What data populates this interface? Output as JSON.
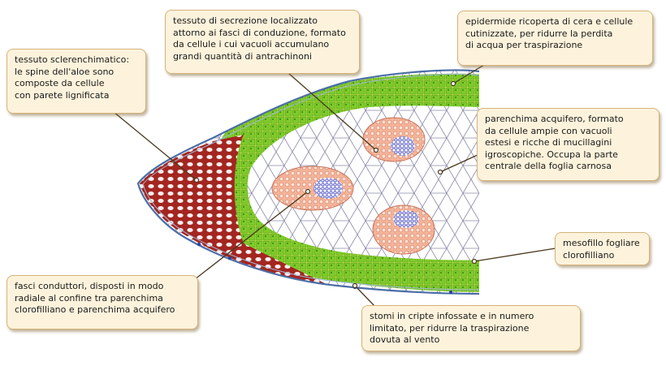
{
  "callouts": {
    "sclerenchyma": "tessuto sclerenchimatico:\nle spine dell'aloe sono\ncomposte da cellule\ncon parete lignificata",
    "secretion": "tessuto di secrezione localizzato\nattorno ai fasci di conduzione, formato\nda cellule i cui vacuoli accumulano\ngrandi quantità di antrachinoni",
    "epidermis": "epidermide ricoperta di cera e cellule\ncutinizzate, per ridurre la perdita\ndi acqua per traspirazione",
    "aquifer": "parenchima acquifero, formato\nda cellule ampie con vacuoli\nestesi e ricche di mucillagini\nigroscopiche. Occupa la parte\ncentrale della foglia carnosa",
    "mesophyll": "mesofillo fogliare\nclorofilliano",
    "bundles": "fasci conduttori, disposti in modo\nradiale al confine tra parenchima\nclorofilliano e parenchima acquifero",
    "stomata": "stomi in cripte infossate e in numero\nlimitato, per ridurre la traspirazione\ndovuta al vento"
  },
  "colors": {
    "sclerenchyma": "#a32620",
    "mesophyll_green": "#7ecb2a",
    "mesophyll_yellow": "#c6e84c",
    "bundle_orange": "#f0a07a",
    "bundle_blue": "#3a3ec0",
    "parenchyma_line": "#8a8aa8",
    "epidermis": "#4b6ea8",
    "callout_bg": "#fdf3dc",
    "callout_border": "#d6b37a"
  }
}
